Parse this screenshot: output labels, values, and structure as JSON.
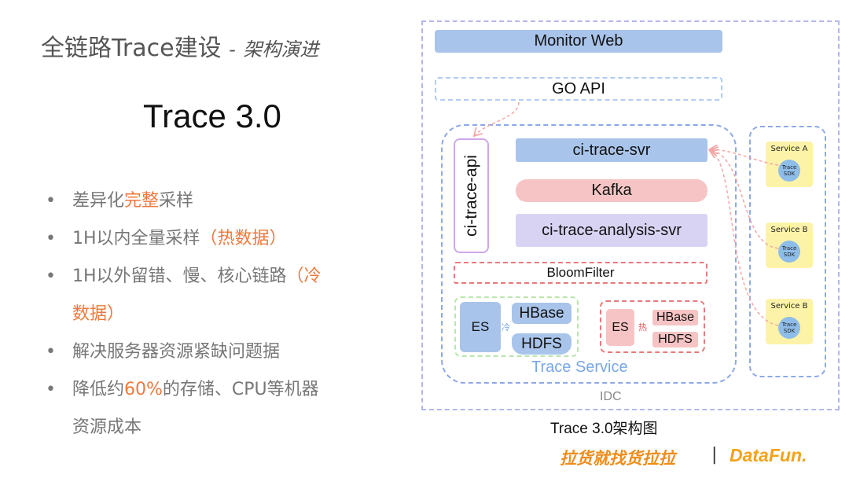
{
  "title": {
    "main": "全链路Trace建设",
    "dash": "-",
    "sub": "架构演进"
  },
  "heading": "Trace 3.0",
  "bullets": [
    {
      "pre": "差异化",
      "hl": "完整",
      "post": "采样"
    },
    {
      "pre": "1H以内全量采样",
      "hl": "（热数据）",
      "post": ""
    },
    {
      "pre": "1H以外留错、慢、核心链路",
      "hl": "（冷",
      "post": ""
    },
    {
      "pre": "",
      "hl": "数据）",
      "post": ""
    },
    {
      "pre": "解决服务器资源紧缺问题据",
      "hl": "",
      "post": ""
    },
    {
      "pre": "降低约",
      "hl": "60%",
      "post": "的存储、CPU等机器"
    },
    {
      "pre": "资源成本",
      "hl": "",
      "post": ""
    }
  ],
  "diagram": {
    "monitor_web": "Monitor Web",
    "go_api": "GO API",
    "ci_trace_api": "ci-trace-api",
    "ci_trace_svr": "ci-trace-svr",
    "kafka": "Kafka",
    "ci_trace_analysis_svr": "ci-trace-analysis-svr",
    "bloomfilter": "BloomFilter",
    "cold": {
      "es": "ES",
      "tag": "冷",
      "hbase": "HBase",
      "hdfs": "HDFS"
    },
    "hot": {
      "es": "ES",
      "tag": "热",
      "hbase": "HBase",
      "hdfs": "HDFS"
    },
    "trace_service": "Trace Service",
    "idc": "IDC",
    "services": [
      {
        "name": "Service A",
        "sdk": "Trace SDK"
      },
      {
        "name": "Service B",
        "sdk": "Trace SDK"
      },
      {
        "name": "Service B",
        "sdk": "Trace SDK"
      }
    ],
    "caption": "Trace 3.0架构图"
  },
  "footer": {
    "brand1": "拉货就找货拉拉",
    "sep": "|",
    "brand2": "DataFun."
  },
  "colors": {
    "accent": "#f0783c",
    "blue_box": "#a9c4ea",
    "pink_box": "#f6c4c4",
    "lavender_box": "#d9d3f3",
    "yellow": "#fdf3a8",
    "dash_blue": "#8ea9e8",
    "dash_red": "#e77a7a",
    "dash_green": "#b9e6ad"
  }
}
